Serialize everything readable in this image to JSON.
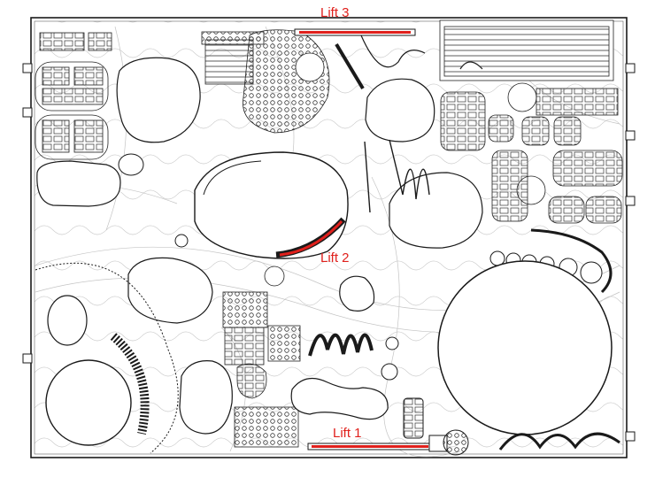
{
  "labels": {
    "lift_1": "Lift 1",
    "lift_2": "Lift 2",
    "lift_3": "Lift 3"
  },
  "colors": {
    "lift": "#e0201c",
    "lines": "#1a1a1a",
    "contour": "#b8b8b8"
  }
}
